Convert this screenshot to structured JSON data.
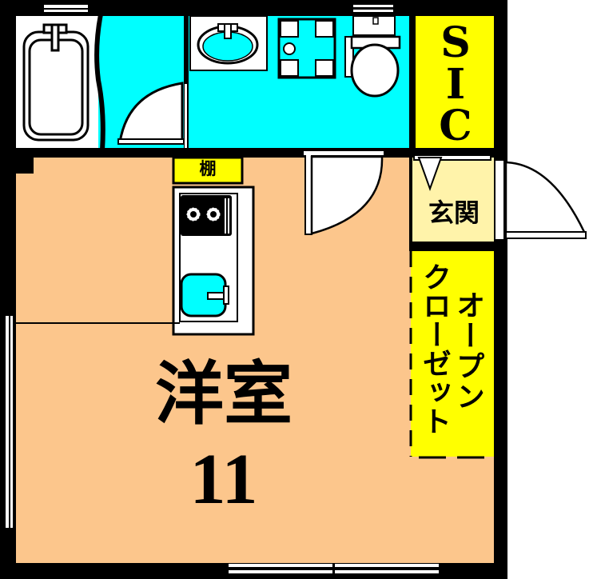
{
  "floor_plan": {
    "colors": {
      "wall": "#000000",
      "wet_area": "#00ffff",
      "main_room": "#fcc68c",
      "storage": "#ffff00",
      "entrance": "#fff3aa",
      "fixture": "#ffffff"
    },
    "rooms": {
      "sic": {
        "label_lines": [
          "S",
          "I",
          "C"
        ],
        "name": "SIC"
      },
      "entrance": {
        "label": "玄関"
      },
      "shelf": {
        "label": "棚"
      },
      "open_closet": {
        "col_right": "オープン",
        "col_left": "クローゼット"
      },
      "main_room": {
        "label": "洋室",
        "size": "11"
      }
    },
    "fixtures": [
      "bathtub",
      "washbasin",
      "washing-machine-pan",
      "toilet",
      "stove-two-burner",
      "kitchen-sink"
    ]
  }
}
